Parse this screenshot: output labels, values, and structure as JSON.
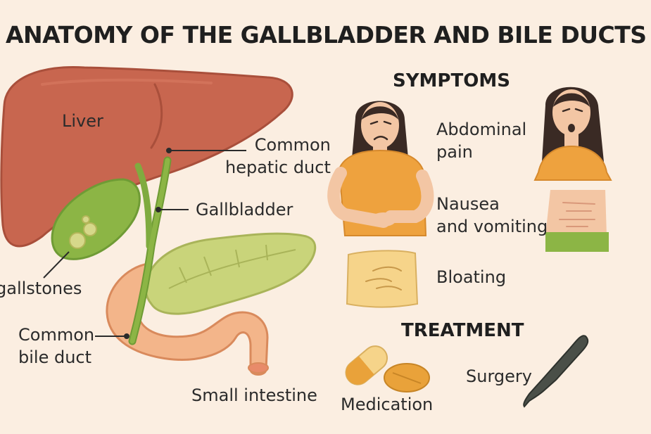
{
  "title": "ANATOMY OF THE GALLBLADDER AND BILE DUCTS",
  "anatomy": {
    "liver": "Liver",
    "common_hepatic_duct": "Common\nhepatic duct",
    "gallbladder": "Gallbladder",
    "gallstones": "gallstones",
    "common_bile_duct": "Common\nbile duct",
    "small_intestine": "Small intestine"
  },
  "symptoms": {
    "heading": "SYMPTOMS",
    "abdominal_pain": "Abdominal\npain",
    "nausea": "Nausea\nand vomiting",
    "bloating": "Bloating"
  },
  "treatment": {
    "heading": "TREATMENT",
    "medication": "Medication",
    "surgery": "Surgery"
  },
  "colors": {
    "background": "#fbeee1",
    "liver": "#c8664f",
    "gallbladder": "#8cb545",
    "pancreas": "#c9d47a",
    "intestine": "#f3b58a",
    "shirt": "#eea23e",
    "medication": "#e9a23a"
  }
}
